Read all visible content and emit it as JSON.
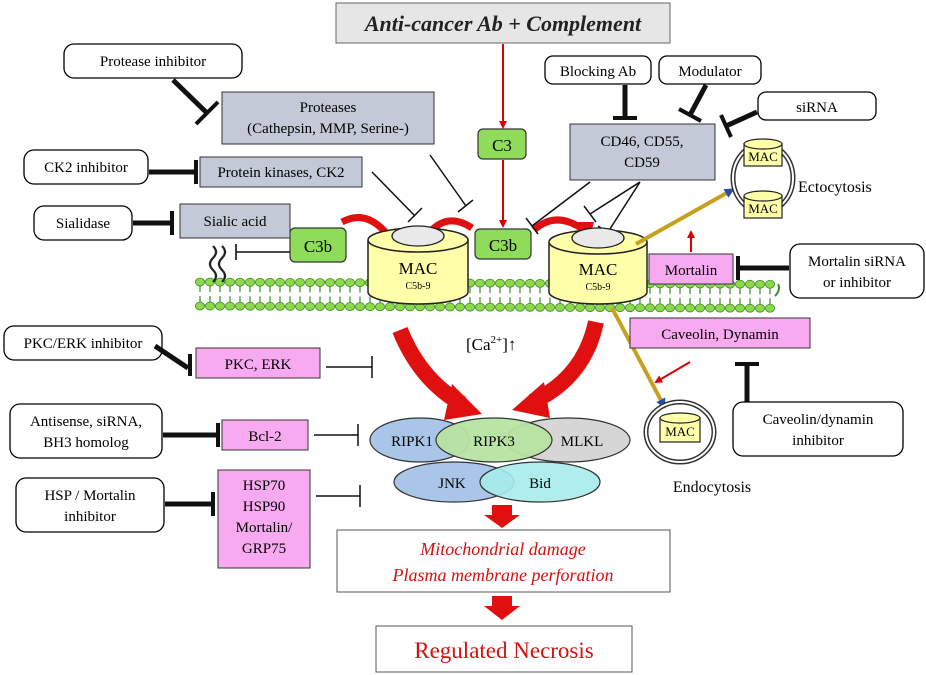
{
  "title": "Anti-cancer Ab + Complement",
  "complement": {
    "c3": "C3",
    "c3b": "C3b"
  },
  "mac": {
    "label": "MAC",
    "sub": "C5b-9"
  },
  "ion": {
    "base": "[Ca",
    "sup": "2+",
    "tail": "]↑"
  },
  "inhibitors": {
    "protease": "Protease inhibitor",
    "ck2": "CK2 inhibitor",
    "sialidase": "Sialidase",
    "pkc_erk": "PKC/ERK inhibitor",
    "antisense": [
      "Antisense, siRNA,",
      "BH3 homolog"
    ],
    "hsp": [
      "HSP / Mortalin",
      "inhibitor"
    ],
    "blocking_ab": "Blocking Ab",
    "modulator": "Modulator",
    "sirna": "siRNA",
    "mortalin_sirna": [
      "Mortalin siRNA",
      "or inhibitor"
    ],
    "caveolin_dynamin": [
      "Caveolin/dynamin",
      "inhibitor"
    ]
  },
  "targets": {
    "proteases": [
      "Proteases",
      "(Cathepsin, MMP, Serine-)"
    ],
    "protein_kinases": "Protein kinases, CK2",
    "sialic_acid": "Sialic acid",
    "cd_regulators": [
      "CD46, CD55,",
      "CD59"
    ],
    "pkc_erk": "PKC, ERK",
    "bcl2": "Bcl-2",
    "hsp_group": [
      "HSP70",
      "HSP90",
      "Mortalin/",
      "GRP75"
    ],
    "mortalin": "Mortalin",
    "caveolin_dynamin": "Caveolin, Dynamin"
  },
  "necroptosis": {
    "ripk1": "RIPK1",
    "ripk3": "RIPK3",
    "mlkl": "MLKL",
    "jnk": "JNK",
    "bid": "Bid"
  },
  "processes": {
    "ectocytosis": "Ectocytosis",
    "endocytosis": "Endocytosis"
  },
  "outcome": {
    "damage": [
      "Mitochondrial damage",
      "Plasma membrane perforation"
    ],
    "final": "Regulated Necrosis"
  },
  "colors": {
    "pink": "#f7aaf0",
    "gray": "#c3c9d6",
    "green": "#8fdc5a",
    "mac_yellow": "#ffffaa",
    "ripk1": "#a9c6e8",
    "ripk3": "#b7e4a2",
    "mlkl": "#d6d6d6",
    "jnk": "#a9c6e8",
    "bid": "#a6ecea",
    "red": "#e01010",
    "gold": "#c8a020",
    "membrane": "#8ed84c"
  }
}
